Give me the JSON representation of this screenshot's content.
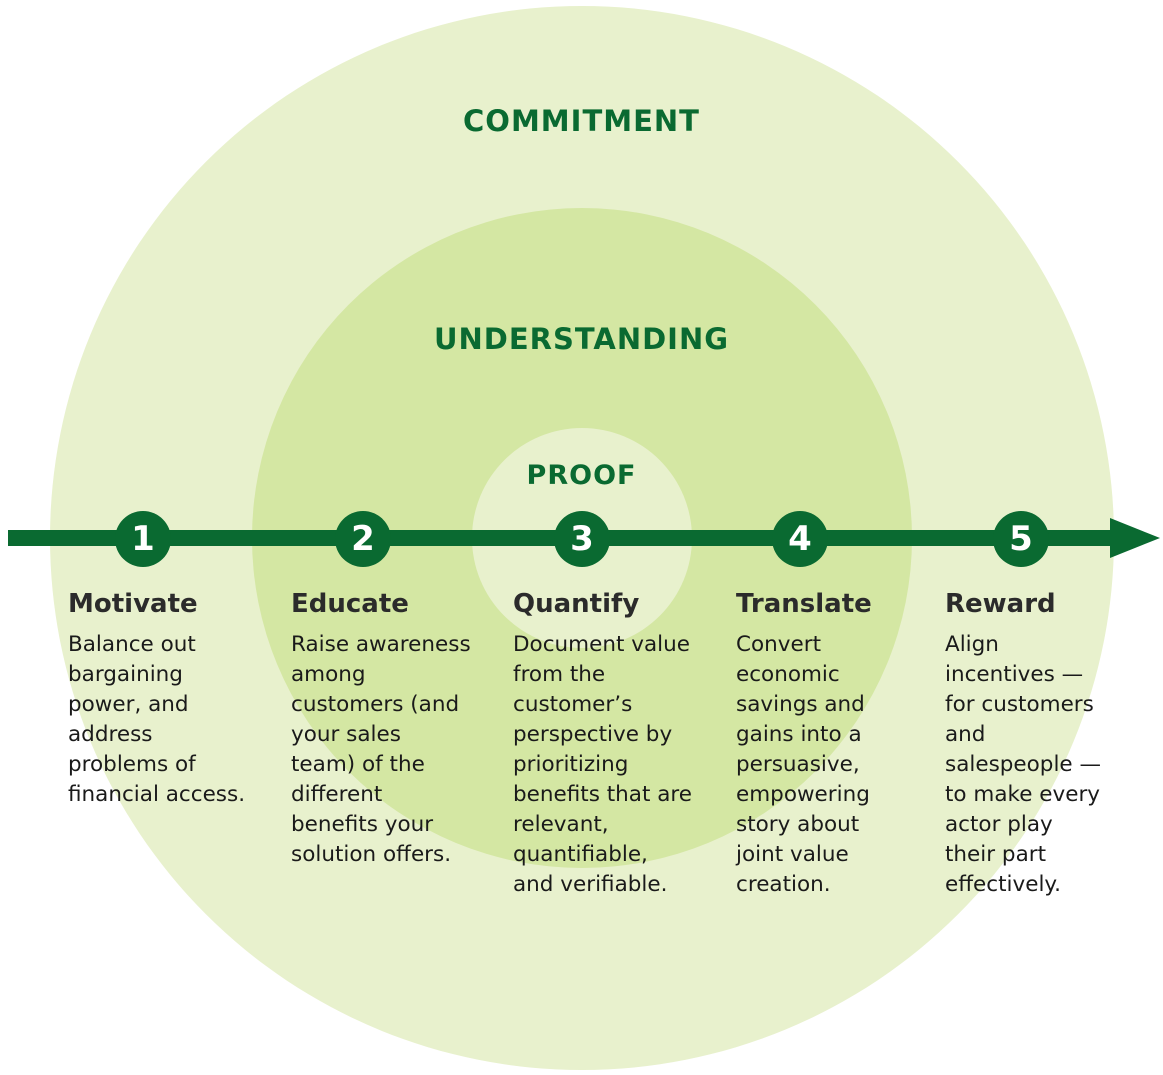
{
  "rings": {
    "outer_label": "COMMITMENT",
    "middle_label": "UNDERSTANDING",
    "inner_label": "PROOF"
  },
  "colors": {
    "accent": "#0a6a31",
    "outer_ring": "#e8f1cd",
    "middle_ring": "#d4e7a3",
    "inner_ring": "#e8f1cd"
  },
  "steps": [
    {
      "number": "1",
      "title": "Motivate",
      "description": "Balance out\nbargaining\npower, and\naddress\nproblems of\nfinancial access."
    },
    {
      "number": "2",
      "title": "Educate",
      "description": "Raise awareness\namong\ncustomers (and\nyour sales\nteam) of the\ndifferent\nbenefits your\nsolution offers."
    },
    {
      "number": "3",
      "title": "Quantify",
      "description": "Document value\nfrom the\ncustomer’s\nperspective by\nprioritizing\nbenefits that are\nrelevant,\nquantifiable,\nand verifiable."
    },
    {
      "number": "4",
      "title": "Translate",
      "description": "Convert\neconomic\nsavings and\ngains into a\npersuasive,\nempowering\nstory about\njoint value\ncreation."
    },
    {
      "number": "5",
      "title": "Reward",
      "description": "Align\nincentives —\nfor customers\nand\nsalespeople —\nto make every\nactor play\ntheir part\neffectively."
    }
  ]
}
